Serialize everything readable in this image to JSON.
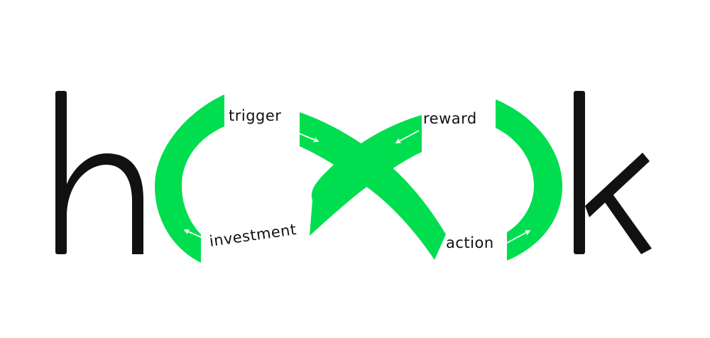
{
  "logo": {
    "letters": [
      "h",
      "k"
    ],
    "text_color": "#111111",
    "accent_color": "#00de4f"
  },
  "cycle": {
    "trigger": "trigger",
    "reward": "reward",
    "investment": "investment",
    "action": "action"
  }
}
